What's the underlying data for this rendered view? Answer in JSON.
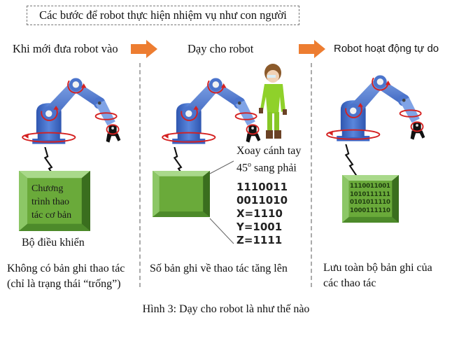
{
  "header": {
    "title": "Các bước để robot thực hiện nhiệm vụ như con người"
  },
  "steps": [
    {
      "label": "Khi mới đưa robot vào"
    },
    {
      "label": "Dạy cho robot"
    },
    {
      "label": "Robot hoạt động tự do"
    }
  ],
  "panel1": {
    "controller_text_lines": [
      "Chương",
      "trình thao",
      "tác cơ bản"
    ],
    "controller_caption": "Bộ điều khiển",
    "description_lines": [
      "Không có bản ghi thao tác",
      "(chỉ là trạng thái “trống”)"
    ]
  },
  "panel2": {
    "instruction_line1": "Xoay cánh tay",
    "instruction_degree": "45",
    "instruction_degree_sup": "o",
    "instruction_line2_rest": " sang phải",
    "code_lines": [
      "1110011",
      "0011010",
      "X=1110",
      "Y=1001",
      "Z=1111"
    ],
    "description": "Số bản ghi về thao tác tăng lên"
  },
  "panel3": {
    "binary_lines": [
      "1110011001",
      "1010111111",
      "0101011110",
      "1000111110"
    ],
    "description_lines": [
      "Lưu toàn bộ bản ghi của",
      "các thao tác"
    ]
  },
  "figure_caption": "Hình 3: Dạy cho robot là như thế nào",
  "colors": {
    "arrow": "#ed7d31",
    "robot_blue": "#4f7fd1",
    "rotation_red": "#d42020",
    "controller_green": "#6aaa3a",
    "person_suit": "#8fd12a"
  },
  "icons": {
    "step_arrow": "orange-right-arrow-icon",
    "robot": "robot-arm-icon",
    "person": "person-figure-icon",
    "link": "lightning-bolt-cable-icon"
  }
}
